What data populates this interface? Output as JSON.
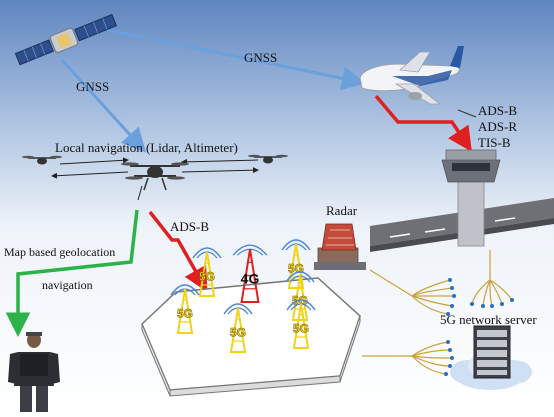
{
  "labels": {
    "gnss_top": "GNSS",
    "gnss_left": "GNSS",
    "local_nav": "Local navigation (Lidar, Altimeter)",
    "adsb_top_right_1": "ADS-B",
    "adsb_top_right_2": "ADS-R",
    "adsb_top_right_3": "TIS-B",
    "adsb_center": "ADS-B",
    "radar": "Radar",
    "map_geo": "Map based geolocation",
    "navigation": "navigation",
    "server": "5G network server",
    "cell_4g": "4G",
    "cell_5g": "5G"
  },
  "colors": {
    "sky_top": "#5f86c0",
    "sky_bottom": "#ffffff",
    "gnss_arrow": "#6aa0dc",
    "adsb_arrow": "#e02020",
    "geo_arrow": "#2bb34a",
    "tower_5g": "#f2d21a",
    "tower_4g": "#e02020"
  }
}
